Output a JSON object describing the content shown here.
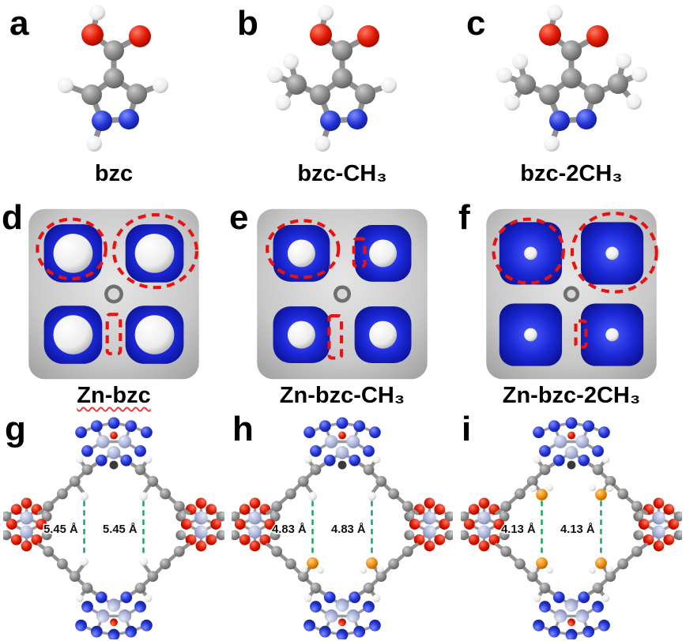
{
  "panels": {
    "a": {
      "letter": "a",
      "caption": "bzc"
    },
    "b": {
      "letter": "b",
      "caption": "bzc-CH₃"
    },
    "c": {
      "letter": "c",
      "caption": "bzc-2CH₃"
    },
    "d": {
      "letter": "d",
      "caption": "Zn-bzc"
    },
    "e": {
      "letter": "e",
      "caption": "Zn-bzc-CH₃"
    },
    "f": {
      "letter": "f",
      "caption": "Zn-bzc-2CH₃"
    },
    "g": {
      "letter": "g",
      "distance_left": "5.45 Å",
      "distance_right": "5.45 Å"
    },
    "h": {
      "letter": "h",
      "distance_left": "4.83 Å",
      "distance_right": "4.83 Å"
    },
    "i": {
      "letter": "i",
      "distance_left": "4.13 Å",
      "distance_right": "4.13 Å"
    }
  },
  "atom_colors": {
    "carbon": "#8a8a8a",
    "nitrogen": "#2334d6",
    "oxygen": "#e01800",
    "hydrogen": "#f5f5f5",
    "zinc": "#aab2d6",
    "methyl_carbon_highlight": "#ef8d0c"
  },
  "accent_colors": {
    "pore_blue": "#1b28d8",
    "annotation_red": "#e81212",
    "distance_green": "#1ba35d"
  }
}
